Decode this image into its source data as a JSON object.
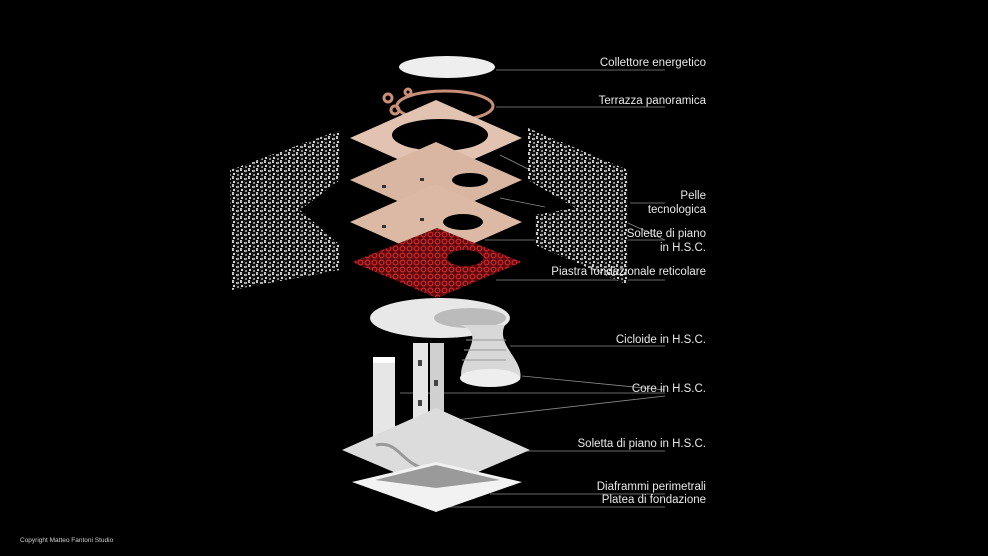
{
  "labels": {
    "collettore": "Collettore energetico",
    "terrazza": "Terrazza panoramica",
    "pelle_1": "Pelle",
    "pelle_2": "tecnologica",
    "solette_1": "Solette di piano",
    "solette_2": "in H.S.C.",
    "piastra": "Piastra fondazionale reticolare",
    "cicloide": "Cicloide in H.S.C.",
    "core": "Core in H.S.C.",
    "soletta": "Soletta di piano in H.S.C.",
    "diaframmi": "Diaframmi perimetrali",
    "platea": "Platea di fondazione"
  },
  "copyright": "Copyright Matteo Fantoni Studio",
  "colors": {
    "background": "#000000",
    "slab": "#dcb8a4",
    "grid": "#b5161c",
    "concrete": "#e6e6e6",
    "leader": "#8a8a8a"
  }
}
